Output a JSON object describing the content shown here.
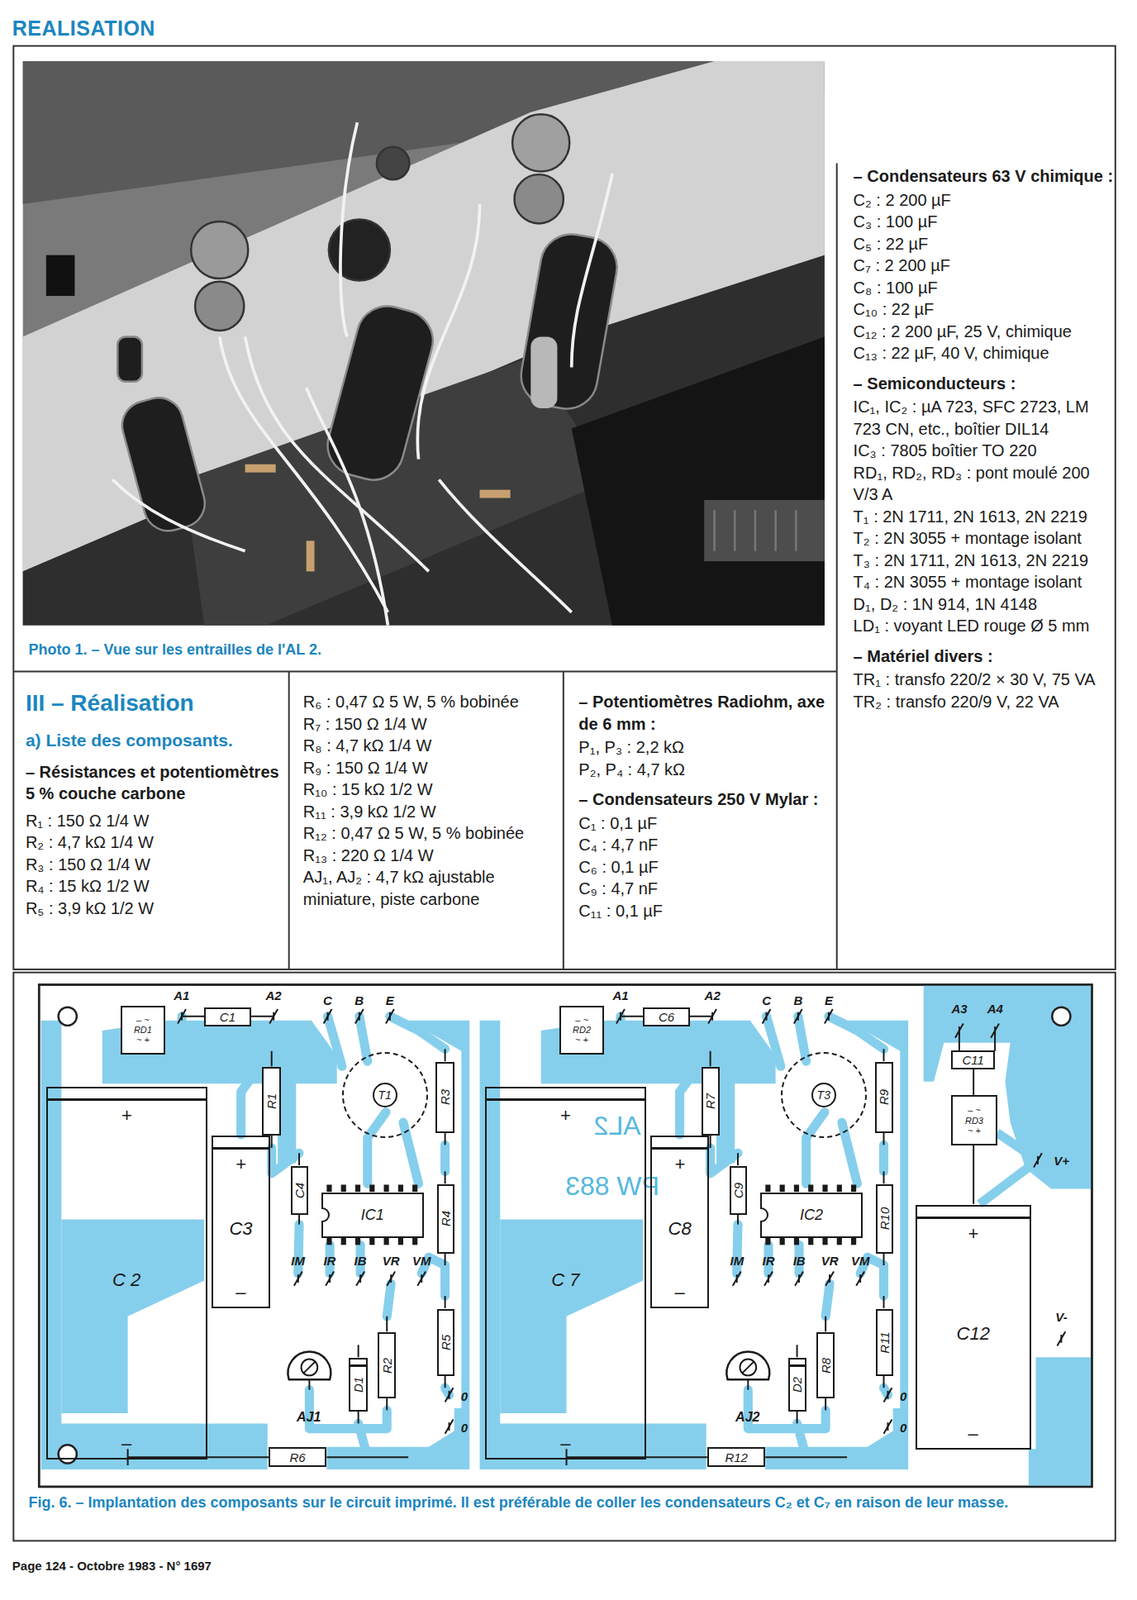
{
  "diagram": {
    "title": "REALISATION",
    "caption": "Fig. 6. – Implantation des composants sur le circuit imprimé. Il est préférable de coller les condensateurs C₂ et C₇ en raison de leur masse.",
    "nodes": [
      {
        "text": [
          "– ~",
          "RD1",
          "~ +"
        ]
      },
      {
        "text": [
          "C1"
        ]
      },
      {
        "text": [
          "T1"
        ]
      },
      {
        "text": [
          "R1"
        ]
      },
      {
        "text": [
          "R3"
        ]
      },
      {
        "text": [
          "+",
          "C 2",
          "–"
        ]
      },
      {
        "text": [
          "+",
          "C3",
          "–"
        ]
      },
      {
        "text": [
          "C4"
        ]
      },
      {
        "text": [
          "IC1"
        ]
      },
      {
        "text": [
          "R4"
        ]
      },
      {
        "text": [
          "R5"
        ]
      },
      {
        "text": [
          "R2"
        ]
      },
      {
        "text": [
          "D1"
        ]
      },
      {
        "text": [
          "AJ1"
        ]
      },
      {
        "text": [
          "R6"
        ]
      },
      {
        "text": [
          "– ~",
          "RD2",
          "~ +"
        ]
      },
      {
        "text": [
          "C6"
        ]
      },
      {
        "text": [
          "T3"
        ]
      },
      {
        "text": [
          "R7"
        ]
      },
      {
        "text": [
          "R9"
        ]
      },
      {
        "text": [
          "+",
          "C 7",
          "–"
        ]
      },
      {
        "text": [
          "+",
          "C8",
          "–"
        ]
      },
      {
        "text": [
          "C9"
        ]
      },
      {
        "text": [
          "IC2"
        ]
      },
      {
        "text": [
          "R10"
        ]
      },
      {
        "text": [
          "R11"
        ]
      },
      {
        "text": [
          "R8"
        ]
      },
      {
        "text": [
          "D2"
        ]
      },
      {
        "text": [
          "AJ2"
        ]
      },
      {
        "text": [
          "R12"
        ]
      },
      {
        "text": [
          "C11"
        ]
      },
      {
        "text": [
          "– ~",
          "RD3",
          "~ +"
        ]
      },
      {
        "text": [
          "+",
          "C12",
          "–"
        ]
      }
    ],
    "labels": [
      "Photo 1. – Vue sur les entrailles de l'AL 2.",
      "III – Réalisation",
      "a) Liste des composants.",
      "– Résistances et potentiomètres 5 % couche carbone",
      "R₁ : 150 Ω 1/4 W",
      "R₂ : 4,7 kΩ 1/4 W",
      "R₃ : 150 Ω 1/4 W",
      "R₄ : 15 kΩ 1/2 W",
      "R₅ : 3,9 kΩ 1/2 W",
      "R₆ : 0,47 Ω 5 W, 5 % bobinée",
      "R₇ : 150 Ω 1/4 W",
      "R₈ : 4,7 kΩ 1/4 W",
      "R₉ : 150 Ω 1/4 W",
      "R₁₀ : 15 kΩ 1/2 W",
      "R₁₁ : 3,9 kΩ 1/2 W",
      "R₁₂ : 0,47 Ω 5 W, 5 % bobinée",
      "R₁₃ : 220 Ω 1/4 W",
      "AJ₁, AJ₂ : 4,7 kΩ ajustable miniature, piste carbone",
      "– Potentiomètres Radiohm, axe de 6 mm :",
      "P₁, P₃ : 2,2 kΩ",
      "P₂, P₄ : 4,7 kΩ",
      "– Condensateurs 250 V Mylar :",
      "C₁ : 0,1 µF",
      "C₄ : 4,7 nF",
      "C₆ : 0,1 µF",
      "C₉ : 4,7 nF",
      "C₁₁ : 0,1 µF",
      "– Condensateurs 63 V chimique :",
      "C₂ : 2 200 µF",
      "C₃ : 100 µF",
      "C₅ : 22 µF",
      "C₇ : 2 200 µF",
      "C₈ : 100 µF",
      "C₁₀ : 22 µF",
      "C₁₂ : 2 200 µF, 25 V, chimique",
      "C₁₃ : 22 µF, 40 V, chimique",
      "– Semiconducteurs :",
      "IC₁, IC₂ : µA 723, SFC 2723, LM 723 CN, etc., boîtier DIL14",
      "IC₃ : 7805 boîtier TO 220",
      "RD₁, RD₂, RD₃ : pont moulé 200 V/3 A",
      "T₁ : 2N 1711, 2N 1613, 2N 2219",
      "T₂ : 2N 3055 + montage isolant",
      "T₃ : 2N 1711, 2N 1613, 2N 2219",
      "T₄ : 2N 3055 + montage isolant",
      "D₁, D₂ : 1N 914, 1N 4148",
      "LD₁ : voyant LED rouge Ø 5 mm",
      "– Matériel divers :",
      "TR₁ : transfo 220/2 × 30 V, 75 VA",
      "TR₂ : transfo 220/9 V, 22 VA",
      "Page 124 - Octobre 1983 - N° 1697",
      "A1",
      "A2",
      "C",
      "B",
      "E",
      "IM",
      "IR",
      "IB",
      "VR",
      "VM",
      "0",
      "0",
      "A1",
      "A2",
      "C",
      "B",
      "E",
      "IM",
      "IR",
      "IB",
      "VR",
      "VM",
      "0",
      "0",
      "A3",
      "A4",
      "V+",
      "V-",
      "AL2",
      "PW 883"
    ]
  }
}
